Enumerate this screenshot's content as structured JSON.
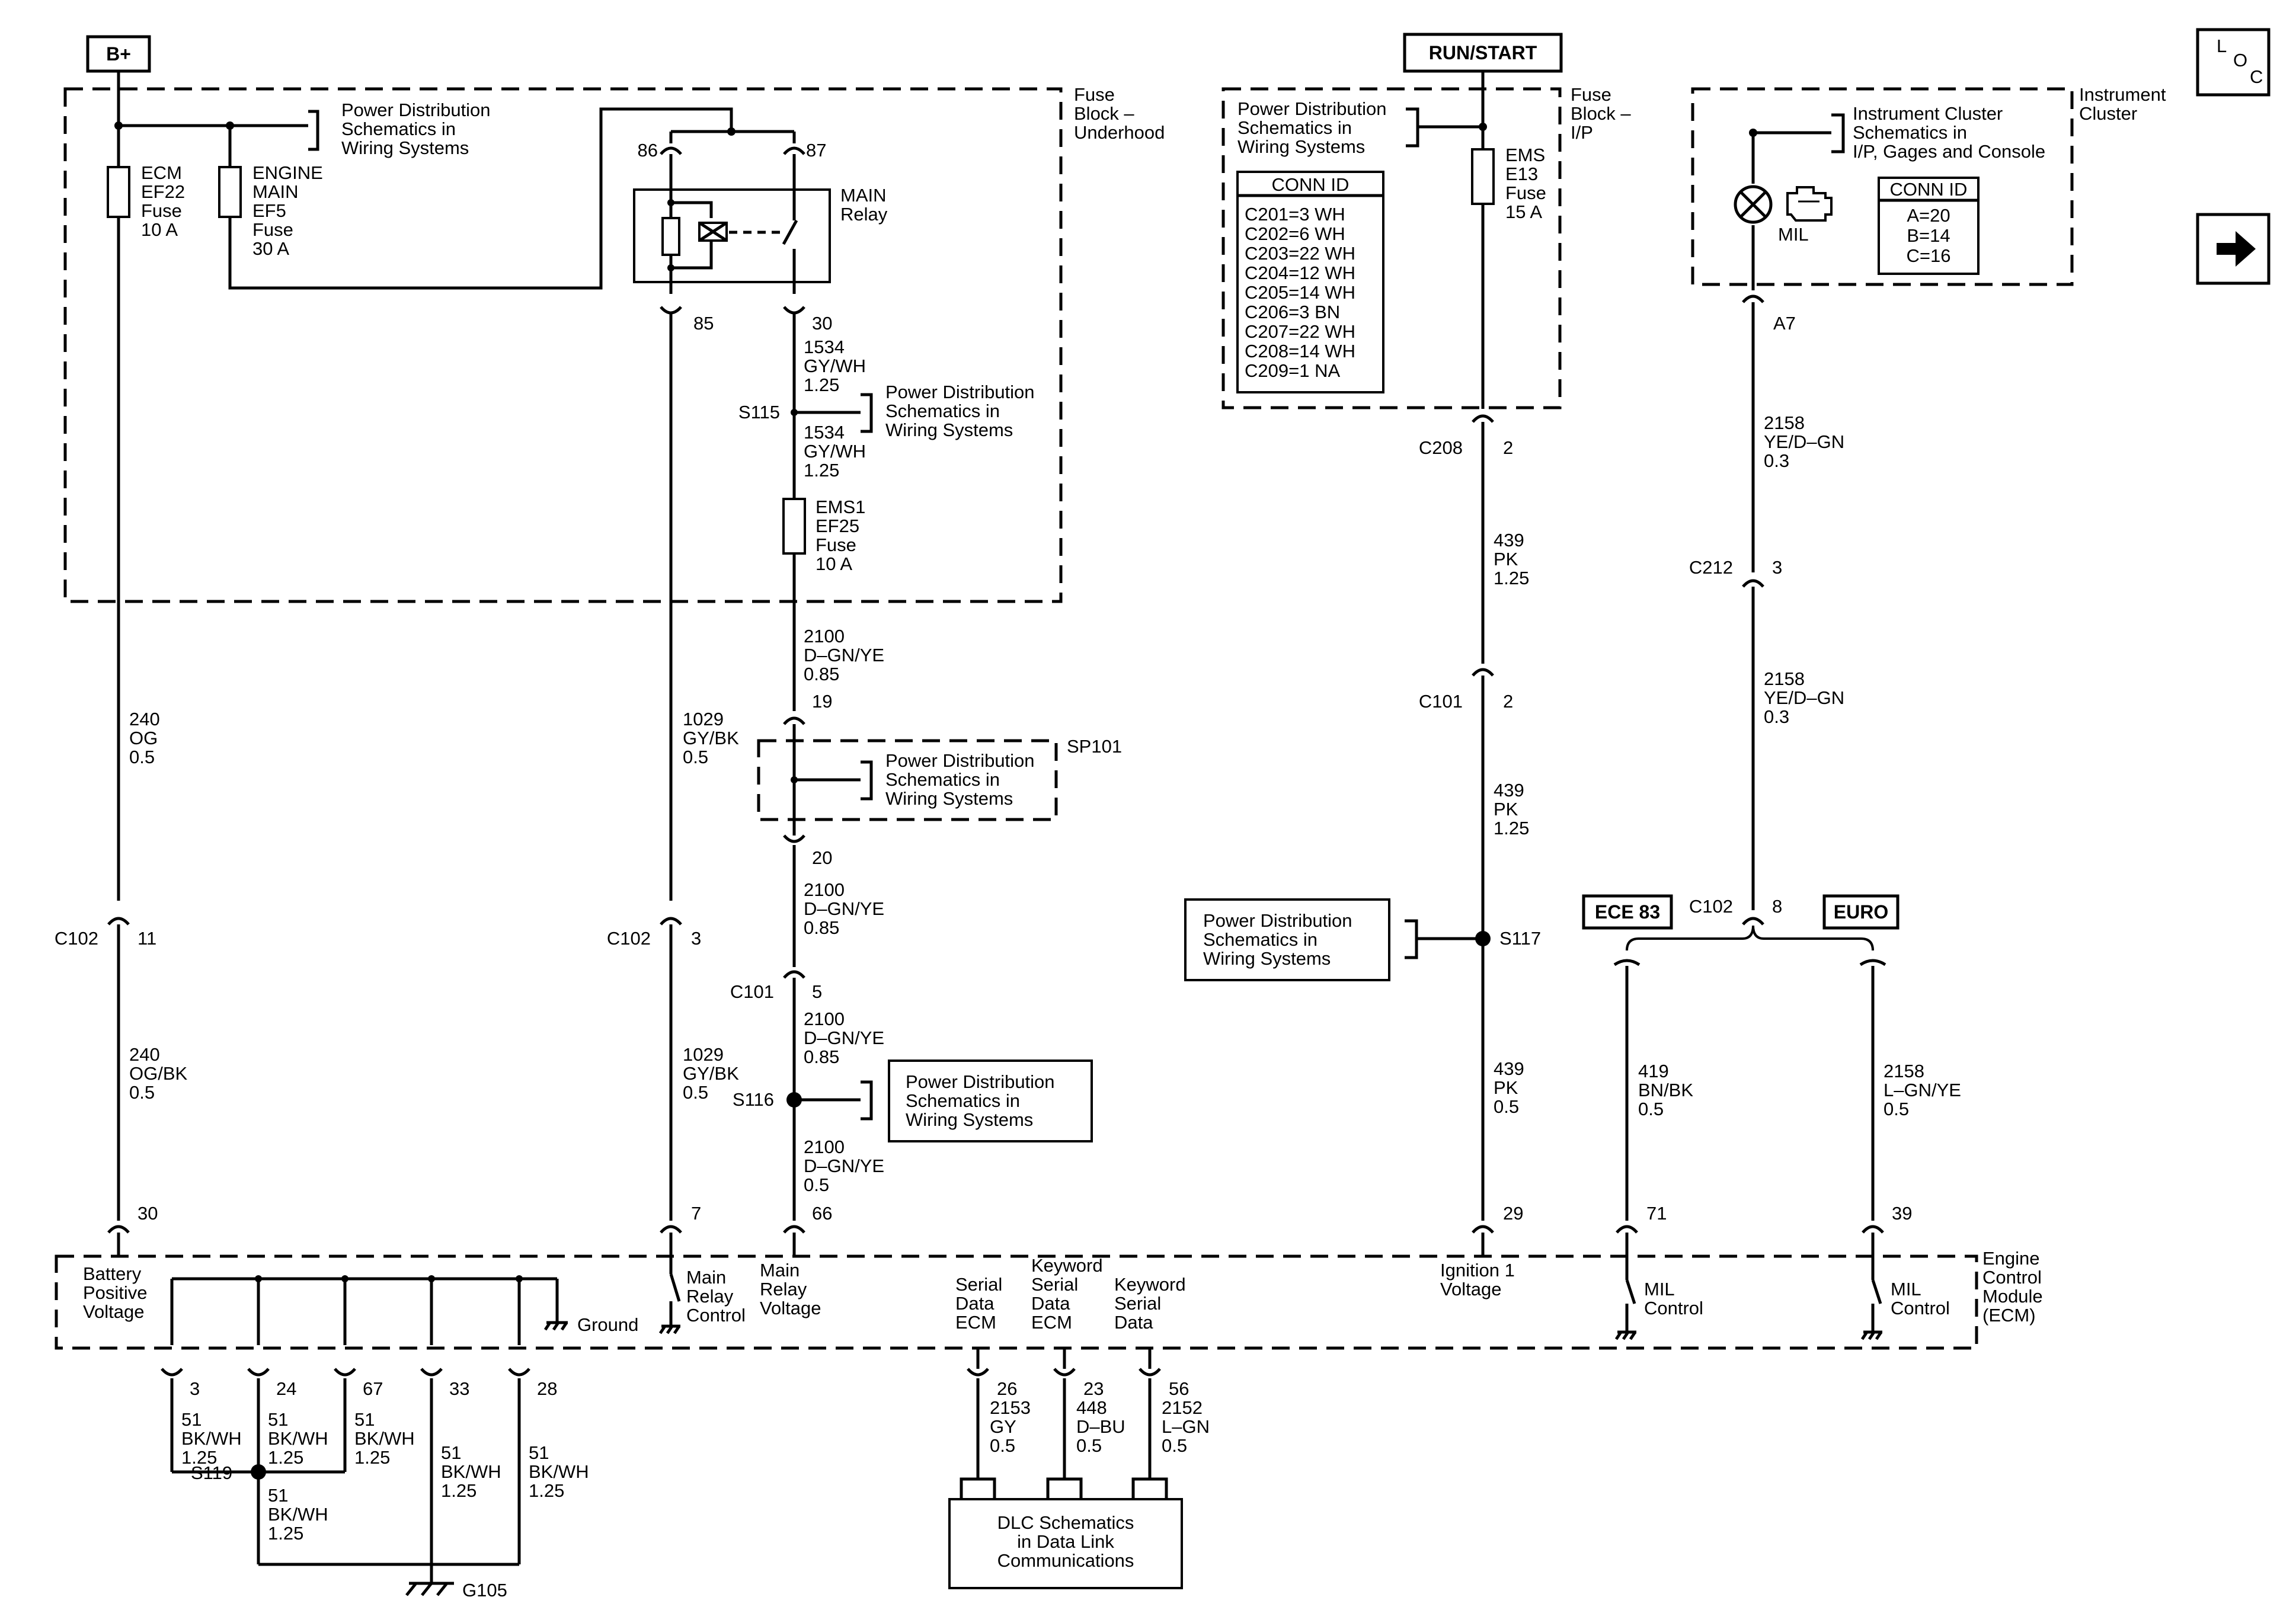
{
  "tags": {
    "bplus": "B+",
    "run_start": "RUN/START",
    "ece83": "ECE 83",
    "euro": "EURO"
  },
  "icons": {
    "loc_l": "L",
    "loc_o": "O",
    "loc_c": "C"
  },
  "fuse_block_underhood": [
    "Fuse",
    "Block –",
    "Underhood"
  ],
  "fuse_block_ip": [
    "Fuse",
    "Block –",
    "I/P"
  ],
  "instrument_cluster": [
    "Instrument",
    "Cluster"
  ],
  "ecm_label": [
    "Engine",
    "Control",
    "Module",
    "(ECM)"
  ],
  "pd_ref": [
    "Power Distribution",
    "Schematics in",
    "Wiring Systems"
  ],
  "ic_ref": [
    "Instrument Cluster",
    "Schematics in",
    "I/P, Gages and Console"
  ],
  "dlc_ref": [
    "DLC Schematics",
    "in Data Link",
    "Communications"
  ],
  "fuses": {
    "ecm": [
      "ECM",
      "EF22",
      "Fuse",
      "10 A"
    ],
    "engine_main": [
      "ENGINE",
      "MAIN",
      "EF5",
      "Fuse",
      "30 A"
    ],
    "ems1": [
      "EMS1",
      "EF25",
      "Fuse",
      "10 A"
    ],
    "ems": [
      "EMS",
      "E13",
      "Fuse",
      "15 A"
    ]
  },
  "relay": {
    "label": [
      "MAIN",
      "Relay"
    ],
    "pin86": "86",
    "pin87": "87",
    "pin85": "85",
    "pin30": "30"
  },
  "conn_id_ip": {
    "title": "CONN ID",
    "rows": [
      "C201=3 WH",
      "C202=6 WH",
      "C203=22 WH",
      "C204=12 WH",
      "C205=14 WH",
      "C206=3 BN",
      "C207=22 WH",
      "C208=14 WH",
      "C209=1 NA"
    ]
  },
  "conn_id_cluster": {
    "title": "CONN ID",
    "rows": [
      "A=20",
      "B=14",
      "C=16"
    ]
  },
  "mil_label": "MIL",
  "splices": {
    "s115": "S115",
    "s116": "S116",
    "s117": "S117",
    "s119": "S119",
    "sp101": "SP101"
  },
  "ground_label": "G105",
  "connectors": {
    "c102_11": [
      "C102",
      "11"
    ],
    "c102_3": [
      "C102",
      "3"
    ],
    "c101_5": [
      "C101",
      "5"
    ],
    "c208_2": [
      "C208",
      "2"
    ],
    "c101_2": [
      "C101",
      "2"
    ],
    "c212_3": [
      "C212",
      "3"
    ],
    "c102_8": [
      "C102",
      "8"
    ],
    "a7": "A7",
    "p19": "19",
    "p20": "20"
  },
  "wires": {
    "w240_og": [
      "240",
      "OG",
      "0.5"
    ],
    "w240_ogbk": [
      "240",
      "OG/BK",
      "0.5"
    ],
    "w1029_a": [
      "1029",
      "GY/BK",
      "0.5"
    ],
    "w1029_b": [
      "1029",
      "GY/BK",
      "0.5"
    ],
    "w1534_a": [
      "1534",
      "GY/WH",
      "1.25"
    ],
    "w1534_b": [
      "1534",
      "GY/WH",
      "1.25"
    ],
    "w2100_a": [
      "2100",
      "D–GN/YE",
      "0.85"
    ],
    "w2100_b": [
      "2100",
      "D–GN/YE",
      "0.85"
    ],
    "w2100_c": [
      "2100",
      "D–GN/YE",
      "0.85"
    ],
    "w2100_d": [
      "2100",
      "D–GN/YE",
      "0.5"
    ],
    "w439_a": [
      "439",
      "PK",
      "1.25"
    ],
    "w439_b": [
      "439",
      "PK",
      "1.25"
    ],
    "w439_c": [
      "439",
      "PK",
      "0.5"
    ],
    "w2158_a": [
      "2158",
      "YE/D–GN",
      "0.3"
    ],
    "w2158_b": [
      "2158",
      "YE/D–GN",
      "0.3"
    ],
    "w419": [
      "419",
      "BN/BK",
      "0.5"
    ],
    "w2158_c": [
      "2158",
      "L–GN/YE",
      "0.5"
    ],
    "w51_3": [
      "51",
      "BK/WH",
      "1.25"
    ],
    "w51_24": [
      "51",
      "BK/WH",
      "1.25"
    ],
    "w51_67": [
      "51",
      "BK/WH",
      "1.25"
    ],
    "w51_33": [
      "51",
      "BK/WH",
      "1.25"
    ],
    "w51_28": [
      "51",
      "BK/WH",
      "1.25"
    ],
    "w51_s119": [
      "51",
      "BK/WH",
      "1.25"
    ],
    "w2153": [
      "26",
      "2153",
      "GY",
      "0.5"
    ],
    "w448": [
      "23",
      "448",
      "D–BU",
      "0.5"
    ],
    "w2152": [
      "56",
      "2152",
      "L–GN",
      "0.5"
    ]
  },
  "ecm_pins": {
    "p30": "30",
    "p7": "7",
    "p66": "66",
    "p29": "29",
    "p71": "71",
    "p39": "39",
    "p3": "3",
    "p24": "24",
    "p67": "67",
    "p33": "33",
    "p28": "28"
  },
  "ecm_circuits": {
    "battery": [
      "Battery",
      "Positive",
      "Voltage"
    ],
    "ground": "Ground",
    "relay_control": [
      "Main",
      "Relay",
      "Control"
    ],
    "relay_voltage": [
      "Main",
      "Relay",
      "Voltage"
    ],
    "serial_data": [
      "Serial",
      "Data",
      "ECM"
    ],
    "keyword_ecm": [
      "Keyword",
      "Serial",
      "Data",
      "ECM"
    ],
    "keyword_data": [
      "Keyword",
      "Serial",
      "Data"
    ],
    "ignition": [
      "Ignition 1",
      "Voltage"
    ],
    "mil_control_1": [
      "MIL",
      "Control"
    ],
    "mil_control_2": [
      "MIL",
      "Control"
    ]
  }
}
